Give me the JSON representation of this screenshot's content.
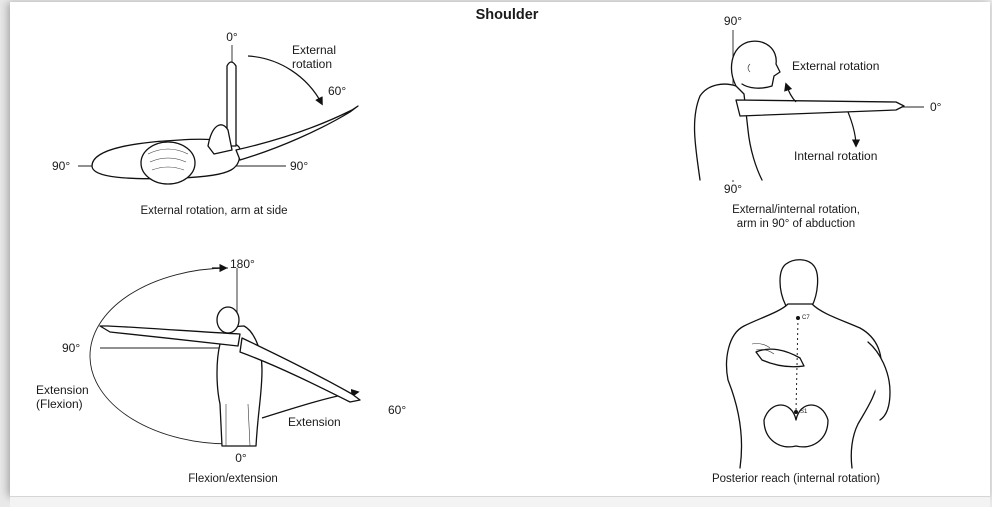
{
  "title": "Shoulder",
  "panels": {
    "external_rotation_side": {
      "label_0": "0°",
      "label_external": "External",
      "label_rotation": "rotation",
      "label_60": "60°",
      "label_90_left": "90°",
      "label_90_right": "90°",
      "caption": "External rotation, arm at side"
    },
    "abduction_rotation": {
      "label_90_top": "90°",
      "label_external_rotation": "External rotation",
      "label_0": "0°",
      "label_internal_rotation": "Internal rotation",
      "label_90_bottom": "90°",
      "caption_line1": "External/internal rotation,",
      "caption_line2": "arm in 90° of abduction"
    },
    "flexion_extension": {
      "label_180": "180°",
      "label_90": "90°",
      "label_extension_flexion_1": "Extension",
      "label_extension_flexion_2": "(Flexion)",
      "label_extension": "Extension",
      "label_60": "60°",
      "label_0": "0°",
      "caption": "Flexion/extension"
    },
    "posterior_reach": {
      "label_c7": "C7",
      "label_s1": "S1",
      "caption": "Posterior reach (internal rotation)"
    }
  }
}
